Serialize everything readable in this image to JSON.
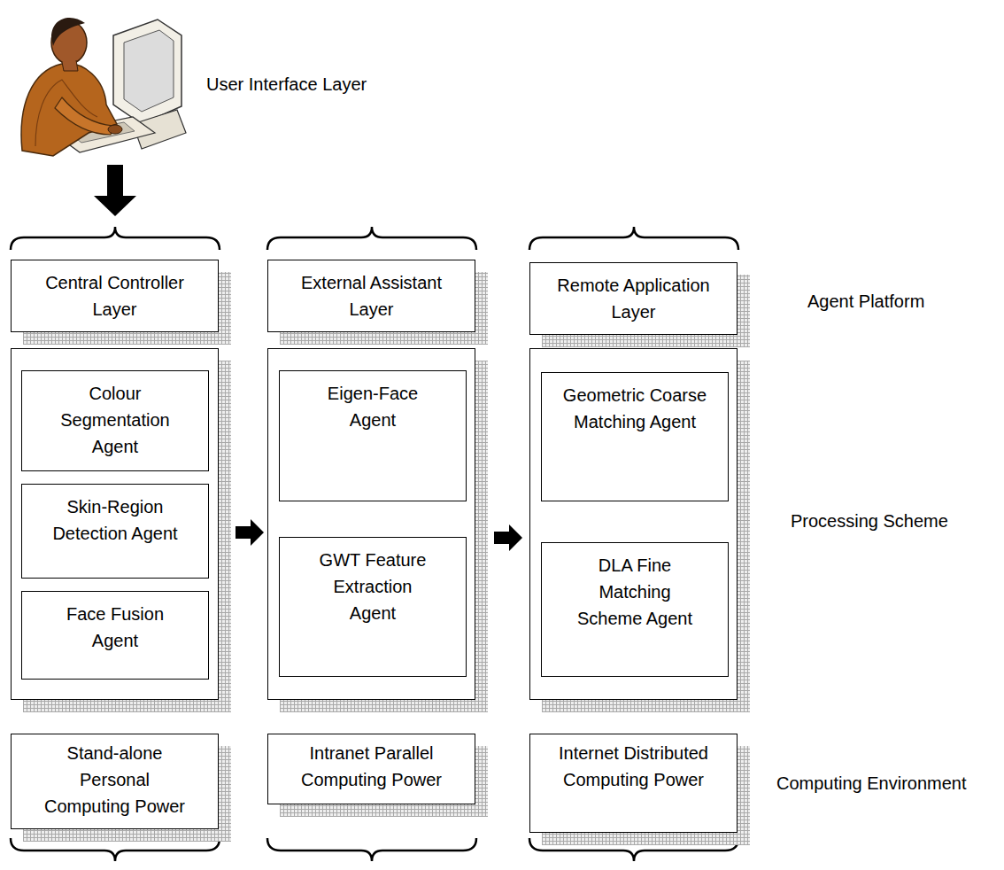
{
  "diagram": {
    "nodes": [
      {
        "text": [
          "Central Controller Layer"
        ]
      },
      {
        "text": [
          "Colour Segmentation Agent"
        ]
      },
      {
        "text": [
          "Skin-Region Detection Agent"
        ]
      },
      {
        "text": [
          "Face Fusion Agent"
        ]
      },
      {
        "text": [
          "Stand-alone Personal Computing Power"
        ]
      },
      {
        "text": [
          "External Assistant Layer"
        ]
      },
      {
        "text": [
          "Eigen-Face Agent"
        ]
      },
      {
        "text": [
          "GWT Feature Extraction Agent"
        ]
      },
      {
        "text": [
          "Intranet Parallel Computing Power"
        ]
      },
      {
        "text": [
          "Remote Application Layer"
        ]
      },
      {
        "text": [
          "Geometric Coarse Matching Agent"
        ]
      },
      {
        "text": [
          "DLA Fine Matching Scheme Agent"
        ]
      },
      {
        "text": [
          "Internet Distributed Computing Power"
        ]
      }
    ],
    "labels": [
      "User Interface Layer",
      "Agent Platform",
      "Processing Scheme",
      "Computing Environment"
    ]
  }
}
